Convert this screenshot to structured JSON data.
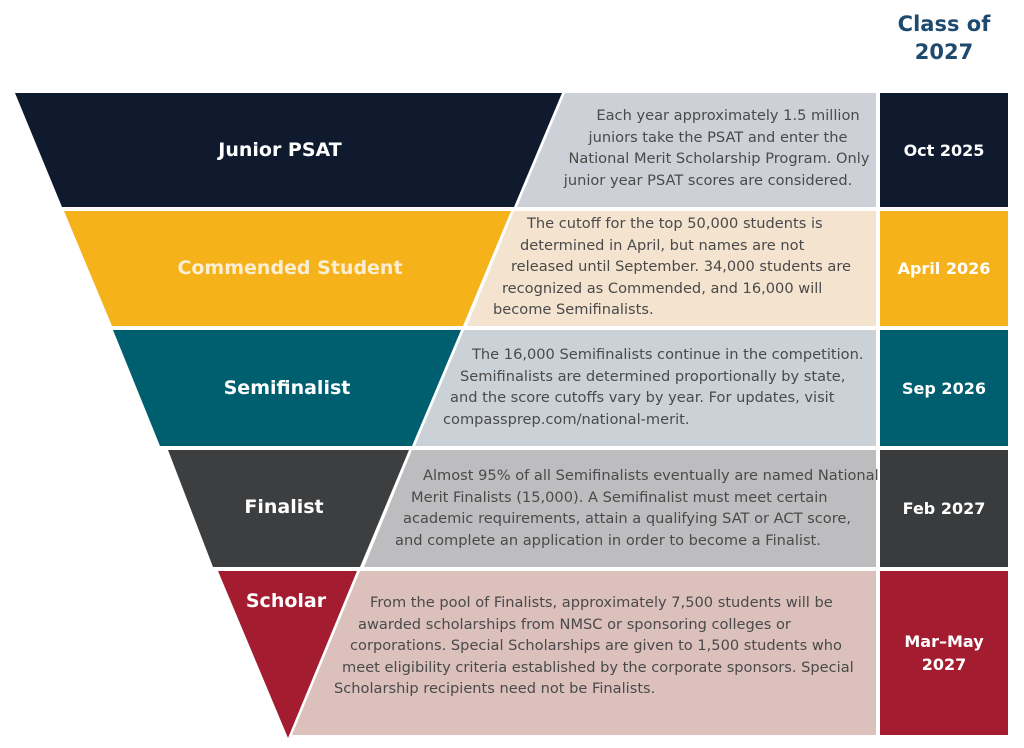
{
  "header": {
    "title_line1": "Class of",
    "title_line2": "2027"
  },
  "stages": [
    {
      "label": "Junior PSAT",
      "date": "Oct 2025",
      "description_lines": [
        "Each year approximately 1.5 million",
        "juniors take the PSAT and enter the",
        "National Merit Scholarship Program. Only",
        "junior year PSAT scores are considered."
      ],
      "colors": {
        "stage": "#0f1a2e",
        "description_bg": "#cdd0d6",
        "date_bg": "#0f1a2e",
        "label_text": "#ffffff"
      }
    },
    {
      "label": "Commended Student",
      "date": "April 2026",
      "description_lines": [
        "The cutoff for the top 50,000 students is",
        "determined in April, but names are not",
        "released until September. 34,000 students are",
        "recognized as Commended, and 16,000 will",
        "become Semifinalists."
      ],
      "colors": {
        "stage": "#f6b21b",
        "description_bg": "#f3e3cf",
        "date_bg": "#f6b21b",
        "label_text": "#fbeed2"
      }
    },
    {
      "label": "Semifinalist",
      "date": "Sep 2026",
      "description_lines": [
        "The 16,000 Semifinalists continue in the competition.",
        "Semifinalists are determined proportionally by state,",
        "and the score cutoffs vary by year. For updates, visit",
        "compassprep.com/national-merit."
      ],
      "colors": {
        "stage": "#005f6f",
        "description_bg": "#cad1d7",
        "date_bg": "#005f6f",
        "label_text": "#ffffff"
      }
    },
    {
      "label": "Finalist",
      "date": "Feb 2027",
      "description_lines": [
        "Almost 95% of all Semifinalists eventually are named National",
        "Merit Finalists (15,000). A Semifinalist must meet certain",
        "academic requirements, attain a qualifying SAT or ACT score,",
        "and complete an application in order to become a Finalist."
      ],
      "colors": {
        "stage": "#3d3e40",
        "description_bg": "#bdbdbf",
        "date_bg": "#393b3d",
        "label_text": "#ffffff"
      }
    },
    {
      "label": "Scholar",
      "date_line1": "Mar–May",
      "date_line2": "2027",
      "description_lines": [
        "From the pool of Finalists, approximately 7,500 students will be",
        "awarded scholarships from NMSC or sponsoring colleges or",
        "corporations. Special Scholarships are given to 1,500 students who",
        "meet eligibility criteria established by the corporate sponsors. Special",
        "Scholarship recipients need not be Finalists."
      ],
      "colors": {
        "stage": "#a31c30",
        "description_bg": "#dbc0bc",
        "date_bg": "#a31c30",
        "label_text": "#ffffff"
      }
    }
  ]
}
